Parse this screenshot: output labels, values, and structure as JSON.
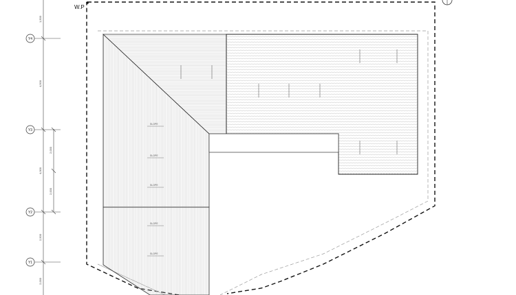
{
  "marker": {
    "wp_label": "W.P"
  },
  "grid_axes": [
    {
      "id": "y4",
      "label": "Y4"
    },
    {
      "id": "y3",
      "label": "Y3"
    },
    {
      "id": "y2",
      "label": "Y2"
    },
    {
      "id": "y1",
      "label": "Y1"
    }
  ],
  "dimensions": {
    "top": "1,500",
    "y4_y3": "4,500",
    "y3_y2": "4,000",
    "y3_mid_a": "2,000",
    "y3_mid_b": "2,000",
    "y2_y1": "2,500",
    "bottom": "2,000"
  },
  "slope_label": "SLOPE",
  "colors": {
    "line": "#222222",
    "hatch": "#b8b8b8",
    "dash": "#111111"
  }
}
